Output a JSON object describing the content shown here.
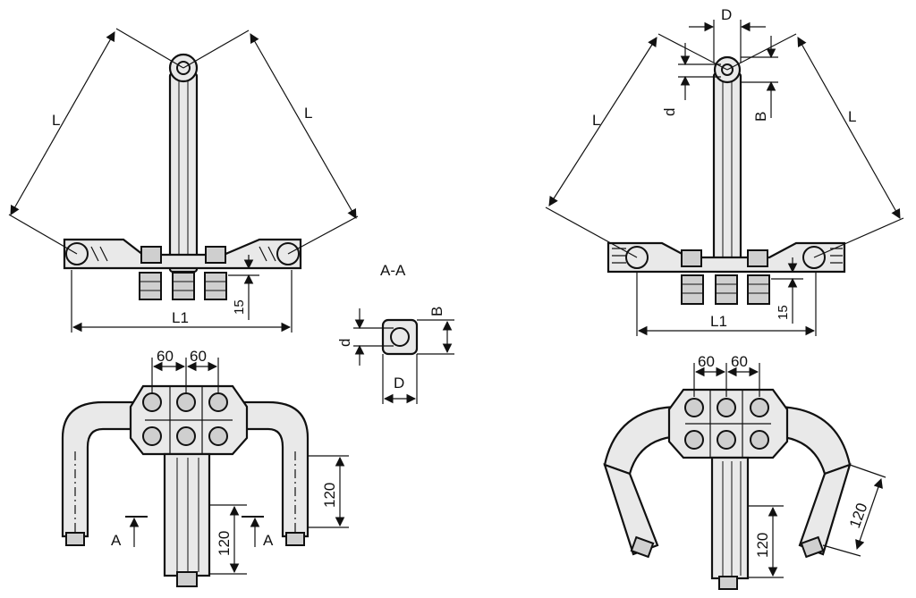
{
  "labels": {
    "L": "L",
    "L1": "L1",
    "D": "D",
    "d": "d",
    "B": "B",
    "h15": "15",
    "d60": "60",
    "d120": "120",
    "section_mark": "A",
    "section_title": "A-A"
  },
  "colors": {
    "ink": "#111111",
    "part_fill": "#e9e9e9",
    "shade": "#cfcfcf",
    "background": "#ffffff"
  }
}
